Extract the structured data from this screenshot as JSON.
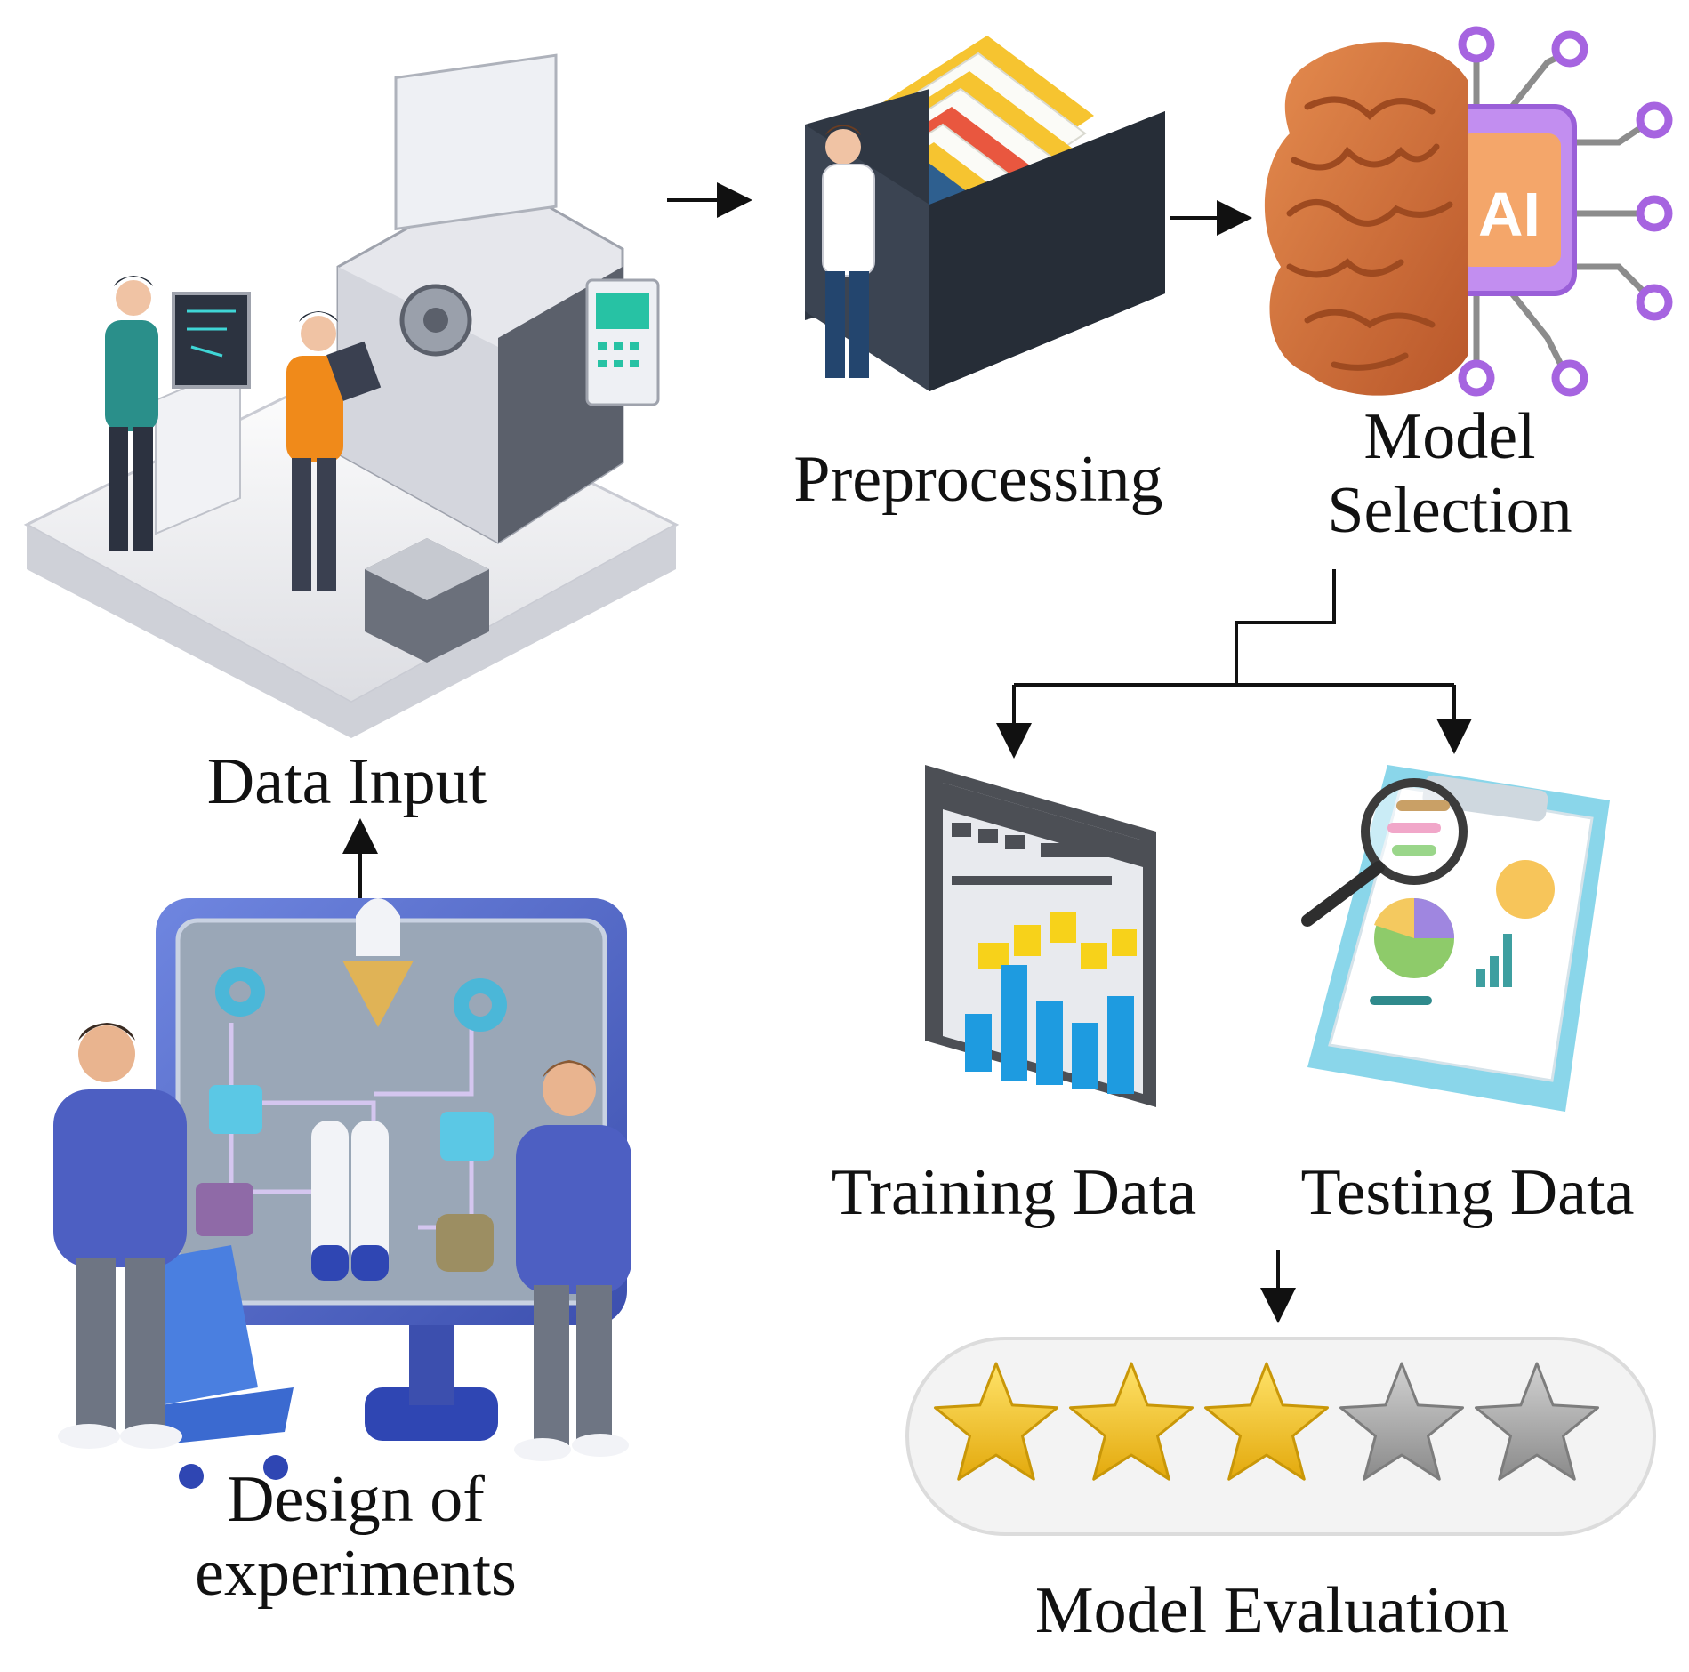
{
  "labels": {
    "data_input": "Data Input",
    "preprocessing": "Preprocessing",
    "model_selection_line1": "Model",
    "model_selection_line2": "Selection",
    "training_data": "Training Data",
    "testing_data": "Testing Data",
    "design_line1": "Design of",
    "design_line2": "experiments",
    "model_evaluation": "Model Evaluation",
    "ai_chip_text": "AI"
  },
  "rating": {
    "filled_stars": 3,
    "total_stars": 5
  },
  "colors": {
    "arrow": "#111111",
    "star_gold": "#f2c21b",
    "star_gray": "#9a9a9a",
    "brain": "#d9783c",
    "ai_chip": "#b57be6",
    "monitor_blue": "#4d63c8",
    "bar_blue": "#1e9be0",
    "highlight_yellow": "#f7d21a",
    "box_dark": "#2f3743",
    "folder_yellow": "#f6c430",
    "person_orange": "#f08a1a",
    "person_teal": "#2a8f8a"
  }
}
